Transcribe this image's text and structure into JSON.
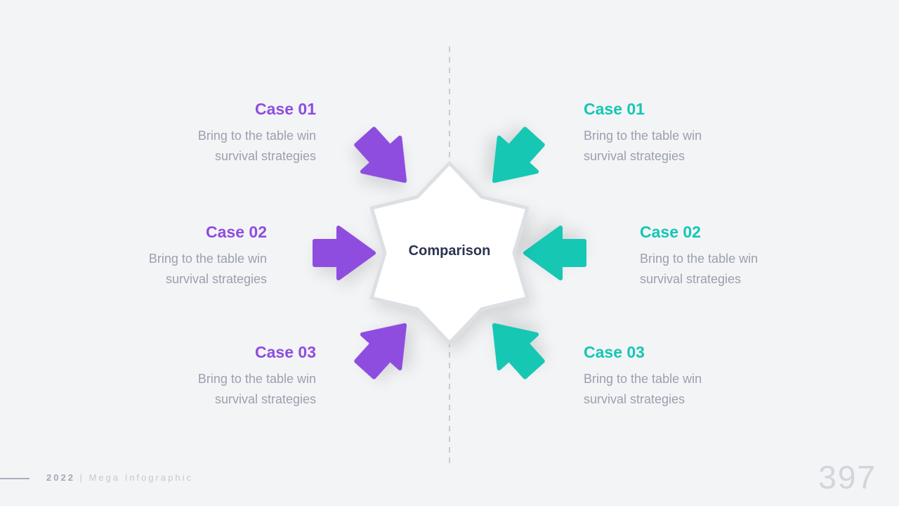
{
  "center": {
    "label": "Comparison"
  },
  "left": [
    {
      "title": "Case 01",
      "desc1": "Bring to the table win",
      "desc2": "survival strategies"
    },
    {
      "title": "Case 02",
      "desc1": "Bring to the table win",
      "desc2": "survival strategies"
    },
    {
      "title": "Case 03",
      "desc1": "Bring to the table win",
      "desc2": "survival strategies"
    }
  ],
  "right": [
    {
      "title": "Case 01",
      "desc1": "Bring to the table win",
      "desc2": "survival strategies"
    },
    {
      "title": "Case 02",
      "desc1": "Bring to the table win",
      "desc2": "survival strategies"
    },
    {
      "title": "Case 03",
      "desc1": "Bring to the table win",
      "desc2": "survival strategies"
    }
  ],
  "footer": {
    "year": "2022",
    "sep": "|",
    "name": "Mega Infographic",
    "page": "397"
  },
  "colors": {
    "left": "#8e4ddf",
    "right": "#14c7b4"
  }
}
